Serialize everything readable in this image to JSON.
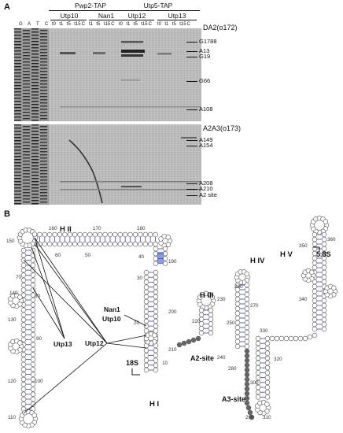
{
  "panel_a": {
    "letter": "A",
    "group_headers": [
      "Pwp2-TAP",
      "Utp5-TAP"
    ],
    "proteins": [
      "Utp10",
      "Nan1",
      "Utp12",
      "Utp13"
    ],
    "seq_lanes": [
      "G",
      "A",
      "T",
      "C"
    ],
    "time_lanes": [
      "t0",
      "t1",
      "t5",
      "t15",
      "C"
    ],
    "gel1": {
      "primer": "DA2(o172)",
      "markers": [
        "G1788",
        "A13",
        "G19",
        "G66",
        "A108"
      ]
    },
    "gel2": {
      "primer": "A2A3(o173)",
      "markers": [
        "A149",
        "A154",
        "A208",
        "A210",
        "A2 site"
      ]
    }
  },
  "panel_b": {
    "letter": "B",
    "helices": [
      "H I",
      "H II",
      "H III",
      "H IV",
      "H V"
    ],
    "sites": [
      "A2-site",
      "A3-site"
    ],
    "rrna_labels": [
      "18S",
      "5.8S"
    ],
    "proteins": [
      "Nan1",
      "Utp10",
      "Utp12",
      "Utp13"
    ],
    "positions": [
      "10",
      "20",
      "30",
      "40",
      "50",
      "60",
      "70",
      "80",
      "90",
      "100",
      "110",
      "120",
      "130",
      "140",
      "150",
      "160",
      "170",
      "180",
      "190",
      "200",
      "210",
      "220",
      "230",
      "240",
      "250",
      "260",
      "270",
      "280",
      "290",
      "300",
      "310",
      "320",
      "330",
      "340",
      "350",
      "360"
    ]
  }
}
